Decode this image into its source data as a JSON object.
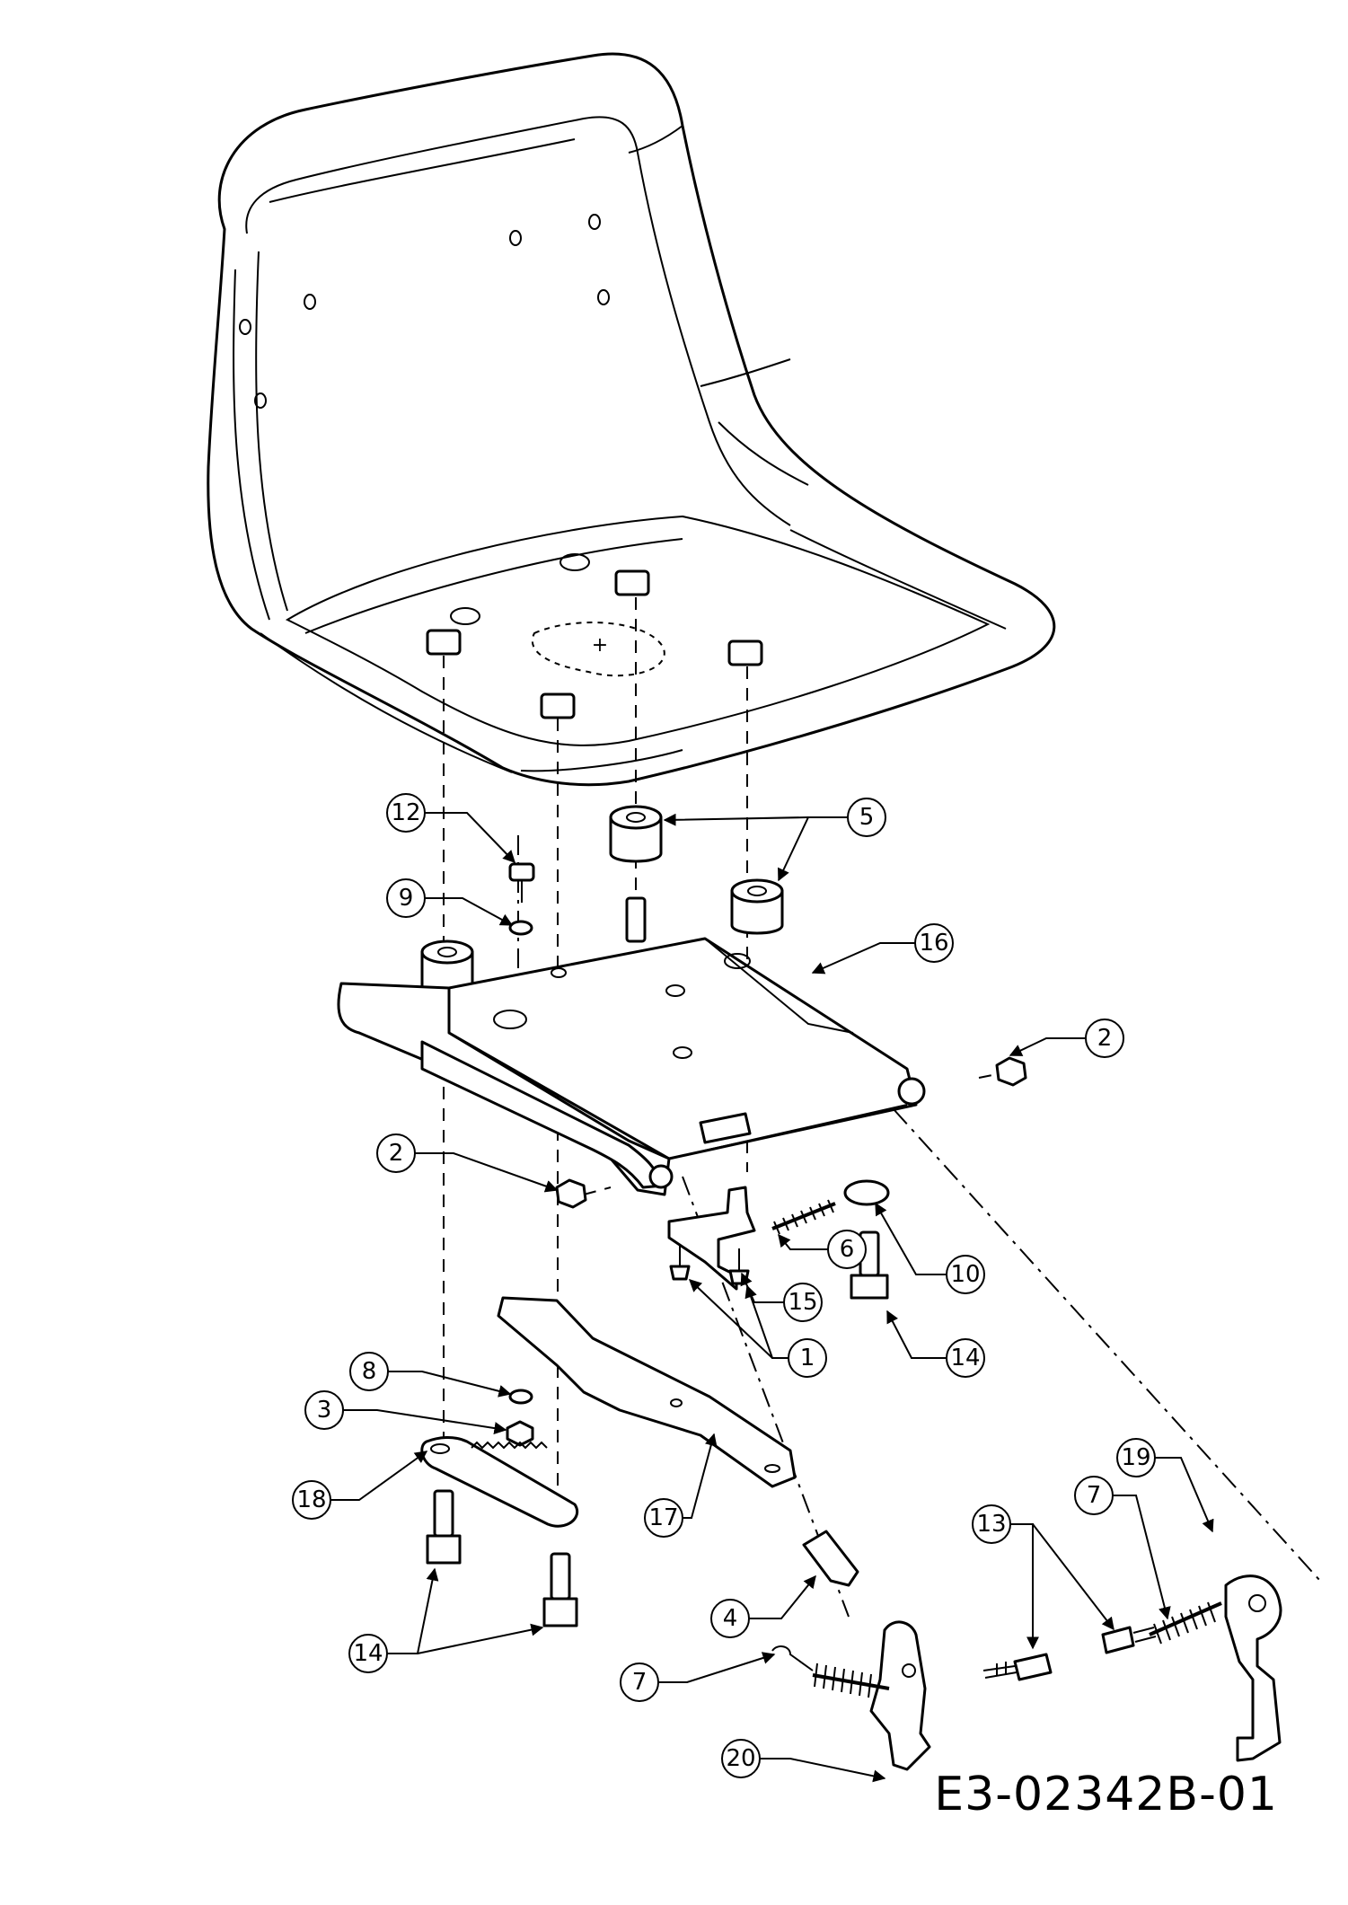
{
  "drawing_code": "E3-02342B-01",
  "callouts": [
    "12",
    "9",
    "5",
    "16",
    "2",
    "2",
    "6",
    "10",
    "15",
    "14",
    "1",
    "8",
    "3",
    "18",
    "17",
    "13",
    "7",
    "19",
    "14",
    "4",
    "7",
    "20"
  ]
}
